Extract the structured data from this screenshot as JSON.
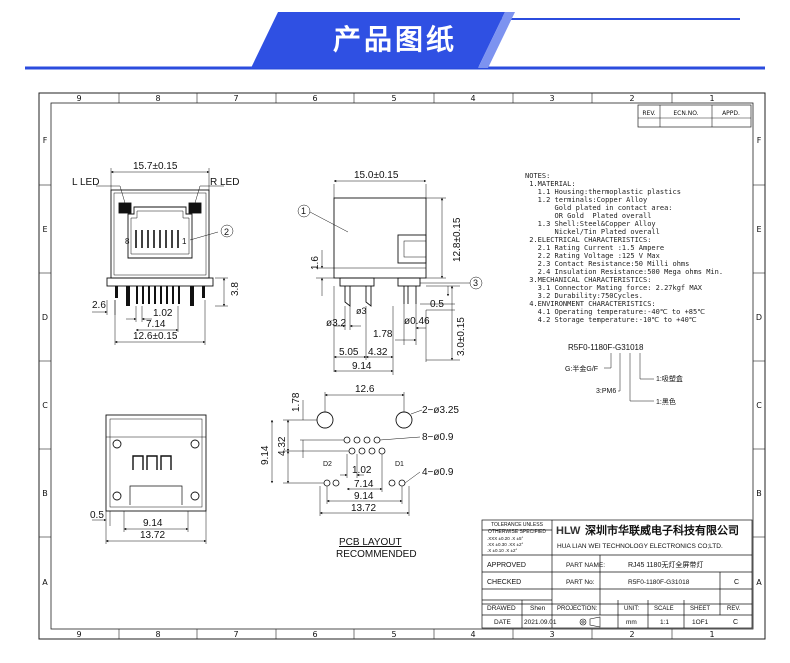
{
  "header": {
    "title": "产品图纸",
    "accent_color": "#2b4cde"
  },
  "frame": {
    "columns": [
      "9",
      "8",
      "7",
      "6",
      "5",
      "4",
      "3",
      "2",
      "1"
    ],
    "rows": [
      "F",
      "E",
      "D",
      "C",
      "B",
      "A"
    ]
  },
  "revision_table": {
    "headers": [
      "REV.",
      "ECN.NO.",
      "APPD."
    ]
  },
  "front_view": {
    "overall_width": "15.7±0.15",
    "left_led": "L LED",
    "right_led": "R LED",
    "pin_first": "8",
    "pin_last": "1",
    "callout": "2",
    "side_offset": "2.6",
    "pitch": "1.02",
    "pin_span": "7.14",
    "mount_span": "12.6±0.15",
    "height_right": "3.8"
  },
  "side_view": {
    "width": "15.0±0.15",
    "height": "12.8±0.15",
    "callout_housing": "1",
    "callout_shell": "3",
    "standoff": "1.6",
    "post_dia": "ø3.2",
    "post_dia2": "ø3",
    "pin_dia": "ø0.46",
    "dim_178": "1.78",
    "dim_05": "0.5",
    "pin_length": "3.0±0.15",
    "dim_505": "5.05",
    "dim_432": "4.32",
    "dim_914": "9.14"
  },
  "bottom_view": {
    "side_offset": "0.5",
    "inner_span": "9.14",
    "outer_span": "13.72"
  },
  "pcb_layout": {
    "title": "PCB LAYOUT",
    "subtitle": "RECOMMENDED",
    "top_span": "12.6",
    "row_offset": "1.78",
    "left_height": "9.14",
    "left_height2": "4.32",
    "hole_large": "2−ø3.25",
    "hole_signal": "8−ø0.9",
    "hole_led": "4−ø0.9",
    "led_label_left": "D2",
    "led_label_right": "D1",
    "pitch": "1.02",
    "span_714": "7.14",
    "span_914": "9.14",
    "span_1372": "13.72"
  },
  "notes": [
    "NOTES:",
    " 1.MATERIAL:",
    "   1.1 Housing:thermoplastic plastics",
    "   1.2 terminals:Copper Alloy",
    "       Gold plated in contact area:",
    "       OR Gold  Plated overall",
    "   1.3 Shell:Steel&Copper Alloy",
    "       Nickel/Tin Plated overall",
    " 2.ELECTRICAL CHARACTERISTICS:",
    "   2.1 Rating Current :1.5 Ampere",
    "   2.2 Rating Voltage :125 V Max",
    "   2.3 Contact Resistance:50 Milli ohms",
    "   2.4 Insulation Resistance:500 Mega ohms Min.",
    " 3.MECHANICAL CHARACTERISTICS:",
    "   3.1 Connector Mating force: 2.27kgf MAX",
    "   3.2 Durability:750Cycles.",
    " 4.ENVIRONMENT CHARACTERISTICS:",
    "   4.1 Operating temperature:-40℃ to +85℃",
    "   4.2 Storage temperature:-10℃ to +40℃"
  ],
  "part_code": {
    "code": "R5F0-1180F-G31018",
    "legend_g": "G:半金G/F",
    "legend_1a": "1:吸塑盒",
    "legend_3": "3:PM6",
    "legend_1b": "1:黑色"
  },
  "title_block": {
    "tolerance_title": "TOLERANCE UNLESS",
    "tolerance_sub": "OTHERWISE SPECIFIED",
    "tol_a": ".XXX ±0.20   .X  ±5°",
    "tol_b": ".XX  ±0.30   .XX ±2°",
    "tol_c": ".X   ±0.10   .X  ±2°",
    "logo": "HLW",
    "company_cn": "深圳市华联威电子科技有限公司",
    "company_en": "HUA LIAN WEI TECHNOLOGY ELECTRONICS CO;LTD.",
    "approved_label": "APPROVED",
    "checked_label": "CHECKED",
    "drawn_label": "DRAWED",
    "drawn_value": "Shen",
    "date_label": "DATE",
    "date_value": "2021.09.01",
    "part_name_label": "PART NAME:",
    "part_name_value": "RJ45 1180无灯全屏带灯",
    "part_no_label": "PART No:",
    "part_no_value": "R5F0-1180F-G31018",
    "rev_value": "C",
    "projection_label": "PROJECTION:",
    "unit_label": "UNIT:",
    "unit_value": "mm",
    "scale_label": "SCALE",
    "scale_value": "1:1",
    "sheet_label": "SHEET",
    "sheet_value": "1OF1",
    "rev_label": "REV.",
    "rev_value2": "C"
  }
}
